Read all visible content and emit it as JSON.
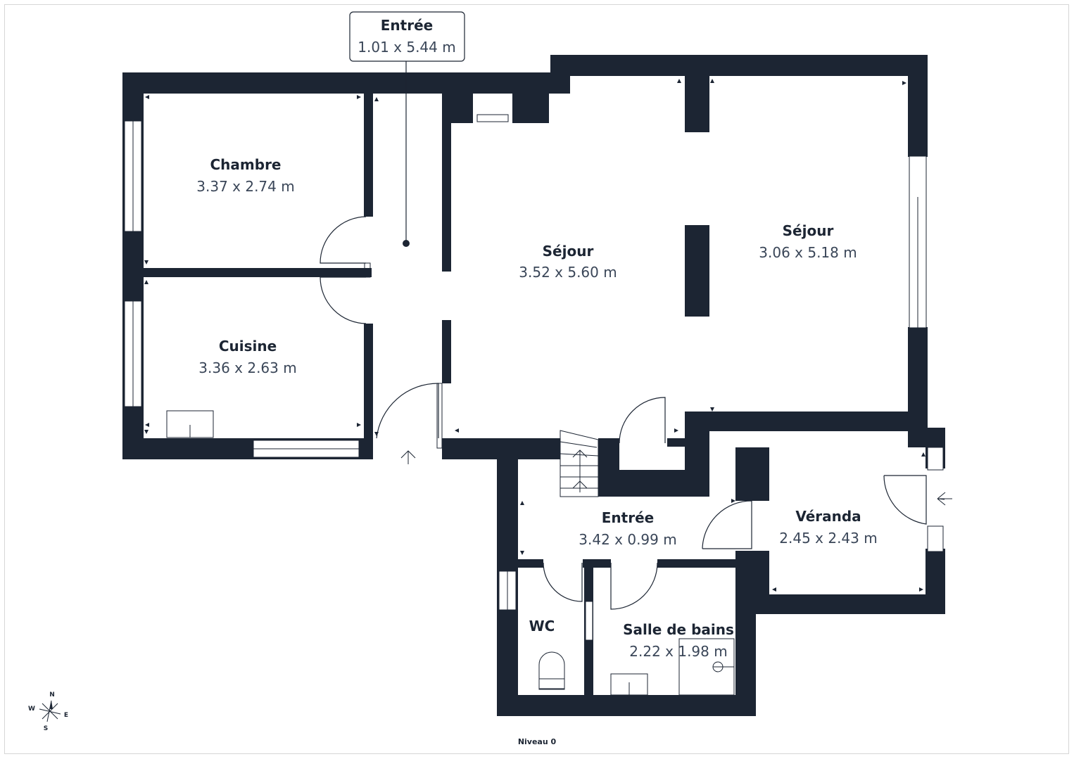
{
  "rooms": [
    {
      "id": "chambre",
      "name": "Chambre",
      "dims": "3.37 x 2.74 m"
    },
    {
      "id": "cuisine",
      "name": "Cuisine",
      "dims": "3.36 x 2.63 m"
    },
    {
      "id": "entree-hall",
      "name": "Entrée",
      "dims": "1.01 x 5.44 m"
    },
    {
      "id": "sejour-1",
      "name": "Séjour",
      "dims": "3.52 x 5.60 m"
    },
    {
      "id": "sejour-2",
      "name": "Séjour",
      "dims": "3.06 x 5.18 m"
    },
    {
      "id": "entree-2",
      "name": "Entrée",
      "dims": "3.42 x 0.99 m"
    },
    {
      "id": "veranda",
      "name": "Véranda",
      "dims": "2.45 x 2.43 m"
    },
    {
      "id": "wc",
      "name": "WC",
      "dims": ""
    },
    {
      "id": "salle-de-bains",
      "name": "Salle de bains",
      "dims": "2.22 x 1.98 m"
    }
  ],
  "compass": {
    "n": "N",
    "s": "S",
    "e": "E",
    "w": "W"
  },
  "level_label": "Niveau 0",
  "colors": {
    "wall": "#1c2533",
    "text": "#1c2533",
    "dim_text": "#3a4658",
    "background": "#ffffff"
  }
}
